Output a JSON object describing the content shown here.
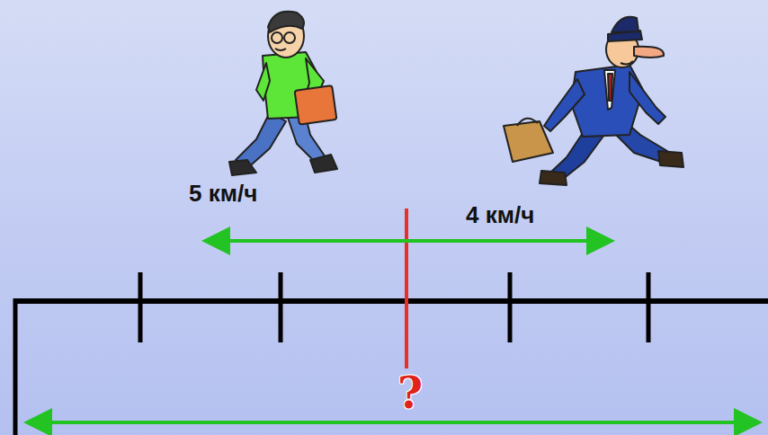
{
  "diagram": {
    "labels": [
      "5 км/ч",
      "4 км/ч",
      "?"
    ]
  }
}
